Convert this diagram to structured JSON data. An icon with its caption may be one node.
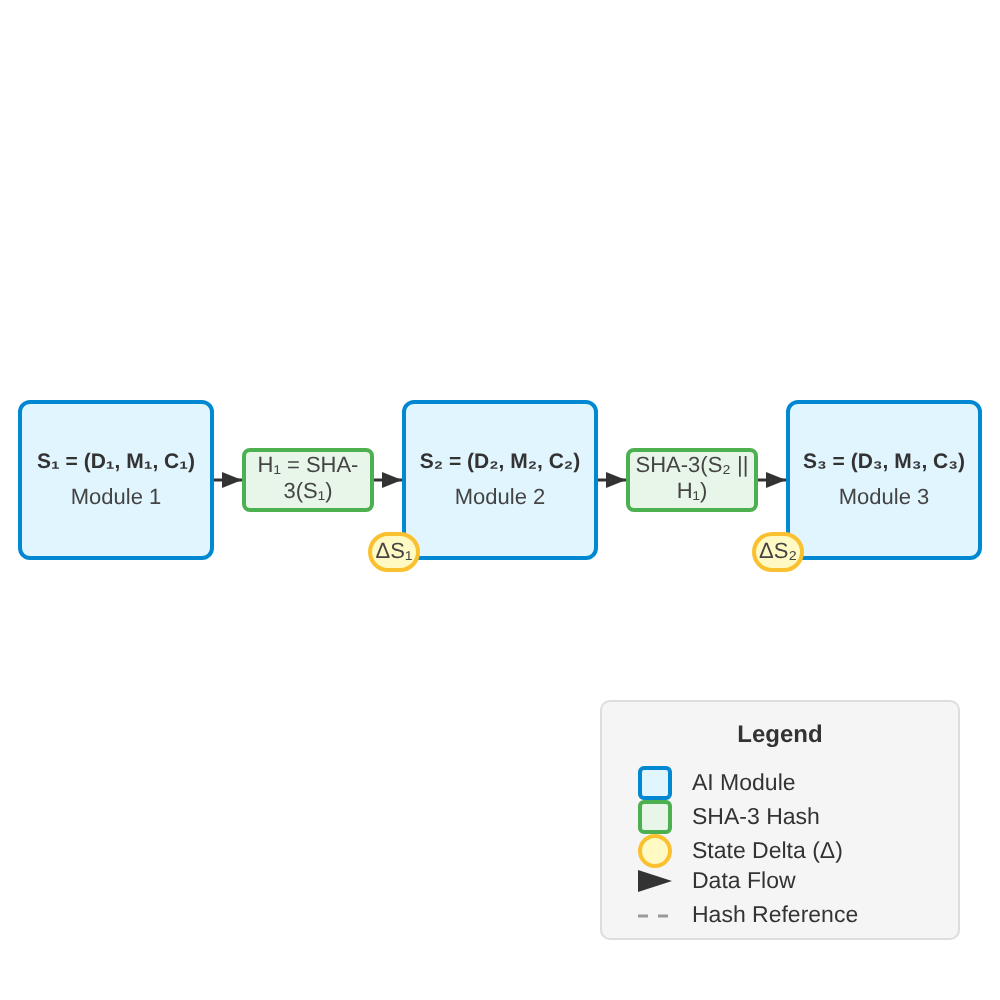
{
  "diagram": {
    "nodes": [
      {
        "text": [
          "S₁ = (D₁, M₁, C₁)",
          "Module 1"
        ]
      },
      {
        "text": [
          "H₁ = SHA-3(S₁)"
        ]
      },
      {
        "text": [
          "S₂ = (D₂, M₂, C₂)",
          "Module 2"
        ]
      },
      {
        "text": [
          "SHA-3(S₂ || H₁)"
        ]
      },
      {
        "text": [
          "S₃ = (D₃, M₃, C₃)",
          "Module 3"
        ]
      },
      {
        "text": [
          "ΔS₁"
        ]
      },
      {
        "text": [
          "ΔS₂"
        ]
      }
    ],
    "edges": [
      {
        "from": 0,
        "to": 1,
        "arrow": "to"
      },
      {
        "from": 1,
        "to": 2,
        "arrow": "to"
      },
      {
        "from": 2,
        "to": 3,
        "arrow": "to"
      },
      {
        "from": 3,
        "to": 4,
        "arrow": "to"
      }
    ],
    "labels": [
      "Legend"
    ],
    "legend": [
      {
        "text": "AI Module",
        "color": "#e1f5fe"
      },
      {
        "text": "SHA-3 Hash",
        "color": "#e8f5e9"
      },
      {
        "text": "State Delta (Δ)",
        "color": "#fff9c4"
      },
      {
        "text": "Data Flow"
      },
      {
        "text": "Hash Reference"
      }
    ]
  }
}
